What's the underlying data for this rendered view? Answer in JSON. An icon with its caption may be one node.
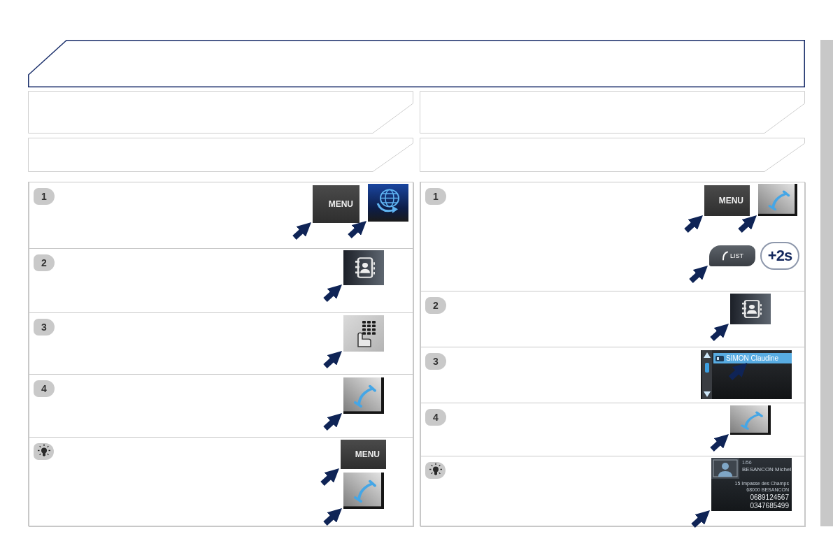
{
  "diagram": {
    "nodes": [
      {
        "text": [],
        "shape": "box"
      },
      {
        "text": [],
        "shape": "box"
      },
      {
        "text": [],
        "shape": "box"
      },
      {
        "text": [],
        "shape": "box"
      },
      {
        "text": [],
        "shape": "box"
      },
      {
        "text": [],
        "shape": "box"
      },
      {
        "text": [
          "1"
        ],
        "in": 5
      },
      {
        "text": [
          "MENU"
        ],
        "in": 6
      },
      {
        "text": [],
        "shape": "picture",
        "in": 6
      },
      {
        "text": [
          "2"
        ],
        "in": 5
      },
      {
        "text": [],
        "shape": "picture",
        "in": 9
      },
      {
        "text": [
          "3"
        ],
        "in": 5
      },
      {
        "text": [],
        "shape": "picture",
        "in": 11
      },
      {
        "text": [
          "4"
        ],
        "in": 5
      },
      {
        "text": [],
        "shape": "picture",
        "in": 13
      },
      {
        "text": [],
        "shape": "box",
        "in": 5
      },
      {
        "text": [
          "MENU"
        ],
        "in": 15
      },
      {
        "text": [],
        "shape": "picture",
        "in": 15
      },
      {
        "text": [],
        "shape": "box"
      },
      {
        "text": [
          "1"
        ],
        "in": 18
      },
      {
        "text": [
          "MENU"
        ],
        "in": 19
      },
      {
        "text": [],
        "shape": "picture",
        "in": 19
      },
      {
        "text": [
          "LIST"
        ],
        "in": 19
      },
      {
        "text": [
          "+2s"
        ],
        "in": 19
      },
      {
        "text": [
          "2"
        ],
        "in": 18
      },
      {
        "text": [],
        "shape": "picture",
        "in": 24
      },
      {
        "text": [
          "3"
        ],
        "in": 18
      },
      {
        "text": [],
        "shape": "box",
        "in": 26
      },
      {
        "text": [
          "SIMON Claudine"
        ],
        "in": 27
      },
      {
        "text": [
          "4"
        ],
        "in": 18
      },
      {
        "text": [],
        "shape": "picture",
        "in": 29
      },
      {
        "text": [],
        "shape": "box",
        "in": 18
      },
      {
        "text": [
          "1/56",
          "BESANCON Michel",
          "15 Impasse des Champs",
          "68000 BESANCON",
          "0689124567",
          "0347685499"
        ],
        "in": 31
      },
      {
        "text": [],
        "shape": "bar"
      }
    ],
    "edges": [
      {
        "from": null,
        "to": 7,
        "arrow": "to"
      },
      {
        "from": null,
        "to": 8,
        "arrow": "to"
      },
      {
        "from": null,
        "to": 10,
        "arrow": "to"
      },
      {
        "from": null,
        "to": 12,
        "arrow": "to"
      },
      {
        "from": null,
        "to": 14,
        "arrow": "to"
      },
      {
        "from": null,
        "to": 16,
        "arrow": "to"
      },
      {
        "from": null,
        "to": 17,
        "arrow": "to"
      },
      {
        "from": null,
        "to": 20,
        "arrow": "to"
      },
      {
        "from": null,
        "to": 21,
        "arrow": "to"
      },
      {
        "from": null,
        "to": 22,
        "arrow": "to"
      },
      {
        "from": null,
        "to": 25,
        "arrow": "to"
      },
      {
        "from": null,
        "to": 28,
        "arrow": "to"
      },
      {
        "from": null,
        "to": 30,
        "arrow": "to"
      },
      {
        "from": null,
        "to": 32,
        "arrow": "to"
      }
    ]
  }
}
